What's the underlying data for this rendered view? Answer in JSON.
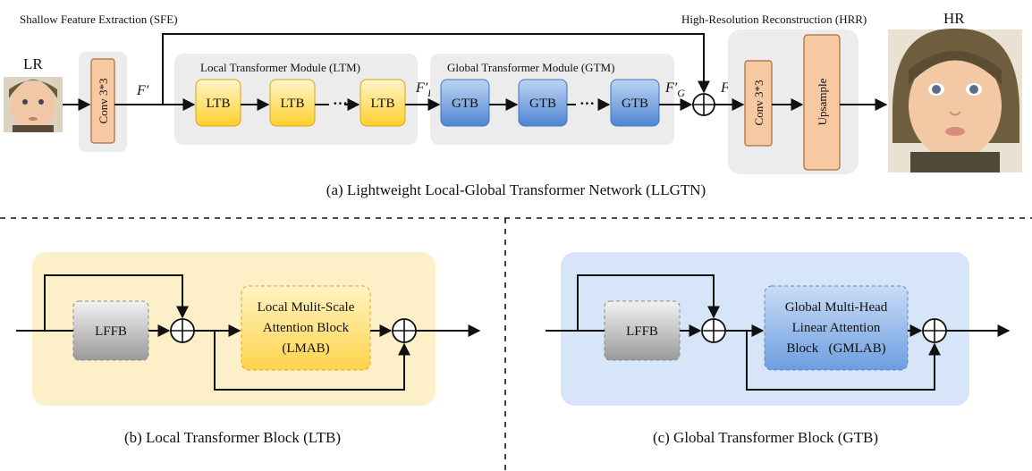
{
  "top": {
    "sfe_label": "Shallow Feature Extraction (SFE)",
    "hrr_label": "High-Resolution Reconstruction (HRR)",
    "lr_label": "LR",
    "hr_label": "HR",
    "conv_label": "Conv 3*3",
    "f_prime": "F′",
    "ltm_label": "Local Transformer Module (LTM)",
    "gtm_label": "Global Transformer Module (GTM)",
    "ltb_label": "LTB",
    "gtb_label": "GTB",
    "ellipsis": "···",
    "fl_main": "F′",
    "fl_sub": "L",
    "fg_main": "F′",
    "fg_sub": "G",
    "f_double": "F″",
    "conv2_label": "Conv 3*3",
    "upsample_label": "Upsample",
    "caption": "(a) Lightweight Local-Global Transformer Network (LLGTN)"
  },
  "ltb_panel": {
    "lffb_label": "LFFB",
    "block_line1": "Local Mulit-Scale",
    "block_line2": "Attention Block",
    "block_line3": "(LMAB)",
    "caption": "(b)  Local Transformer Block (LTB)"
  },
  "gtb_panel": {
    "lffb_label": "LFFB",
    "block_line1": "Global Multi-Head",
    "block_line2": "Linear Attention",
    "block_line3": "Block   (GMLAB)",
    "caption": "(c)  Global Transformer Block (GTB)"
  },
  "colors": {
    "orange_fill": "#f7c9a3",
    "orange_border": "#b36a2e",
    "yellow_fill": "#ffd94a",
    "blue_fill": "#5b8fd6",
    "gray_panel": "#ececec",
    "ltb_panel": "#fdf0c8",
    "gtb_panel": "#d6e6f8"
  }
}
